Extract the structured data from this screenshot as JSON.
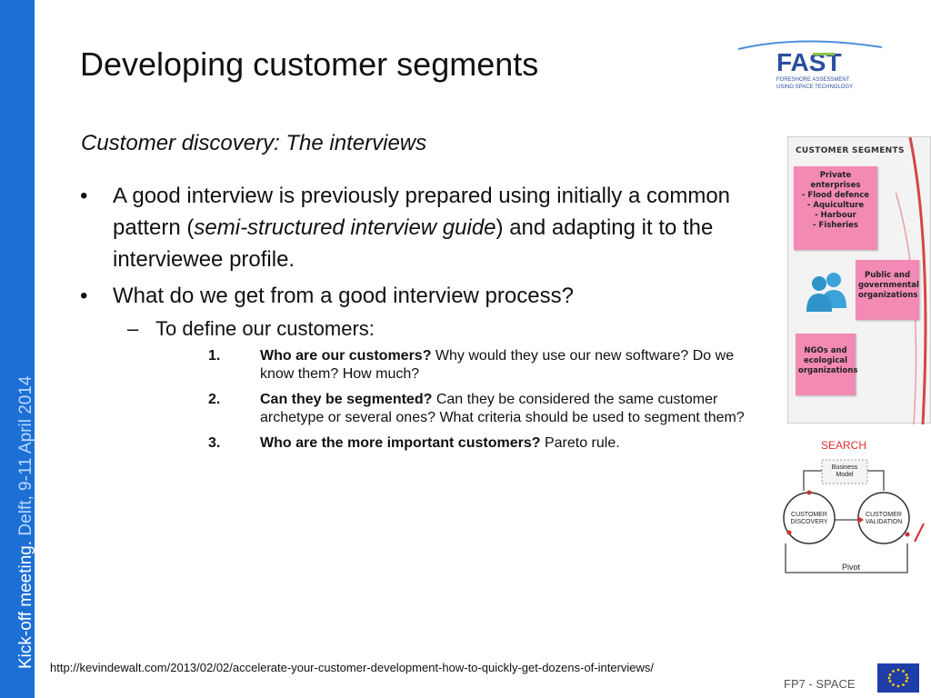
{
  "sidebar": {
    "meeting": "Kick-off meeting.",
    "place_date": " Delft, 9-11 April 2014"
  },
  "slide": {
    "title": "Developing customer segments",
    "subtitle": "Customer discovery: The interviews"
  },
  "logo": {
    "name": "FAST",
    "tagline_1": "FORESHORE ASSESSMENT",
    "tagline_2": "USING SPACE TECHNOLOGY"
  },
  "bullets": {
    "b1_part1": "A good interview is previously prepared using initially a common pattern (",
    "b1_italic": "semi-structured interview guide",
    "b1_part2": ") and adapting it to the interviewee profile.",
    "b2": "What do we get from a good interview process?",
    "sub": "To define our customers:",
    "numbered": [
      {
        "num": "1.",
        "lead": "Who are our customers?",
        "rest": " Why would they use our new software? Do we know them? How much?"
      },
      {
        "num": "2.",
        "lead": "Can they be segmented?",
        "rest": " Can they be considered the same customer archetype or several ones? What criteria should be used to segment them?"
      },
      {
        "num": "3.",
        "lead": "Who are the more important customers?",
        "rest": " Pareto rule."
      }
    ]
  },
  "segments_panel": {
    "heading": "CUSTOMER SEGMENTS",
    "note1": [
      "Private enterprises",
      "- Flood defence",
      "- Aquiculture",
      "- Harbour",
      "- Fisheries"
    ],
    "note2": [
      "Public and",
      "governmental",
      "organizations"
    ],
    "note3": [
      "NGOs and",
      "ecological",
      "organizations"
    ],
    "icon": "people-icon"
  },
  "diagram": {
    "search": "SEARCH",
    "business_model": [
      "Business",
      "Model"
    ],
    "discovery": [
      "CUSTOMER",
      "DISCOVERY"
    ],
    "validation": [
      "CUSTOMER",
      "VALIDATION"
    ],
    "pivot": "Pivot"
  },
  "footer": {
    "url": "http://kevindewalt.com/2013/02/02/accelerate-your-customer-development-how-to-quickly-get-dozens-of-interviews/",
    "program": "FP7 - SPACE"
  },
  "colors": {
    "sidebar": "#1c6fd4",
    "sticky_note": "#f28ab4",
    "accent_red": "#e03030",
    "logo_blue": "#2a4f9e",
    "eu_blue": "#1f3ea8"
  }
}
